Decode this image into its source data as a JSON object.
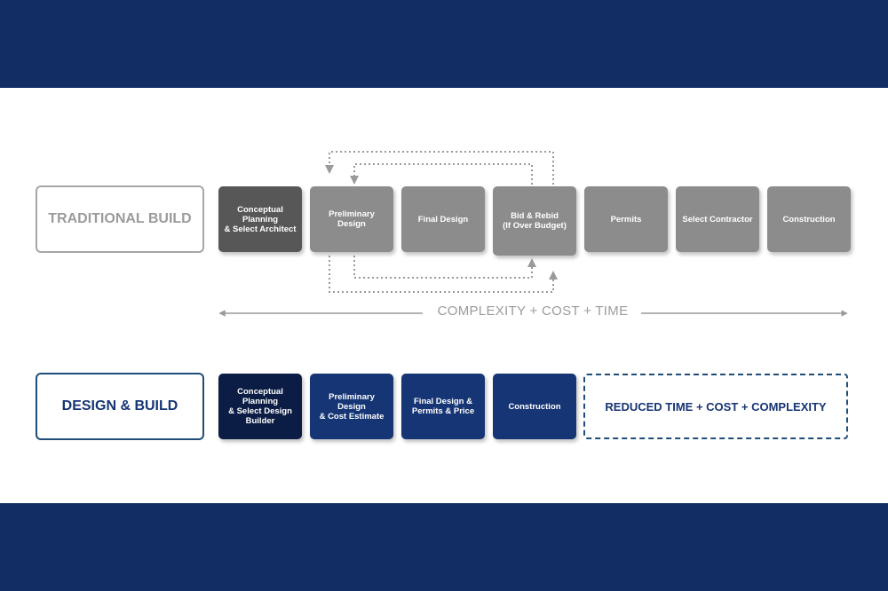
{
  "colors": {
    "navy_band": "#122d64",
    "navy_step": "#163574",
    "navy_dark": "#0b1d44",
    "gray_step": "#8c8c8c",
    "gray_dark": "#575757",
    "gray_border": "#a6a6a6",
    "gray_text": "#9b9b9b",
    "dotted_gray": "#9a9a9a",
    "dash_border": "#1f4d7a"
  },
  "traditional": {
    "label": "TRADITIONAL BUILD",
    "steps": [
      {
        "lines": [
          "Conceptual Planning",
          "& Select Architect"
        ]
      },
      {
        "lines": [
          "Preliminary Design"
        ]
      },
      {
        "lines": [
          "Final Design"
        ]
      },
      {
        "lines": [
          "Bid & Rebid",
          "(If Over Budget)"
        ]
      },
      {
        "lines": [
          "Permits"
        ]
      },
      {
        "lines": [
          "Select Contractor"
        ]
      },
      {
        "lines": [
          "Construction"
        ]
      }
    ]
  },
  "axis": {
    "label": "COMPLEXITY + COST + TIME"
  },
  "design_build": {
    "label": "DESIGN & BUILD",
    "steps": [
      {
        "lines": [
          "Conceptual Planning",
          "& Select Design",
          "Builder"
        ]
      },
      {
        "lines": [
          "Preliminary Design",
          "& Cost Estimate"
        ]
      },
      {
        "lines": [
          "Final Design &",
          "Permits & Price"
        ]
      },
      {
        "lines": [
          "Construction"
        ]
      }
    ],
    "outcome": "REDUCED TIME + COST + COMPLEXITY"
  }
}
